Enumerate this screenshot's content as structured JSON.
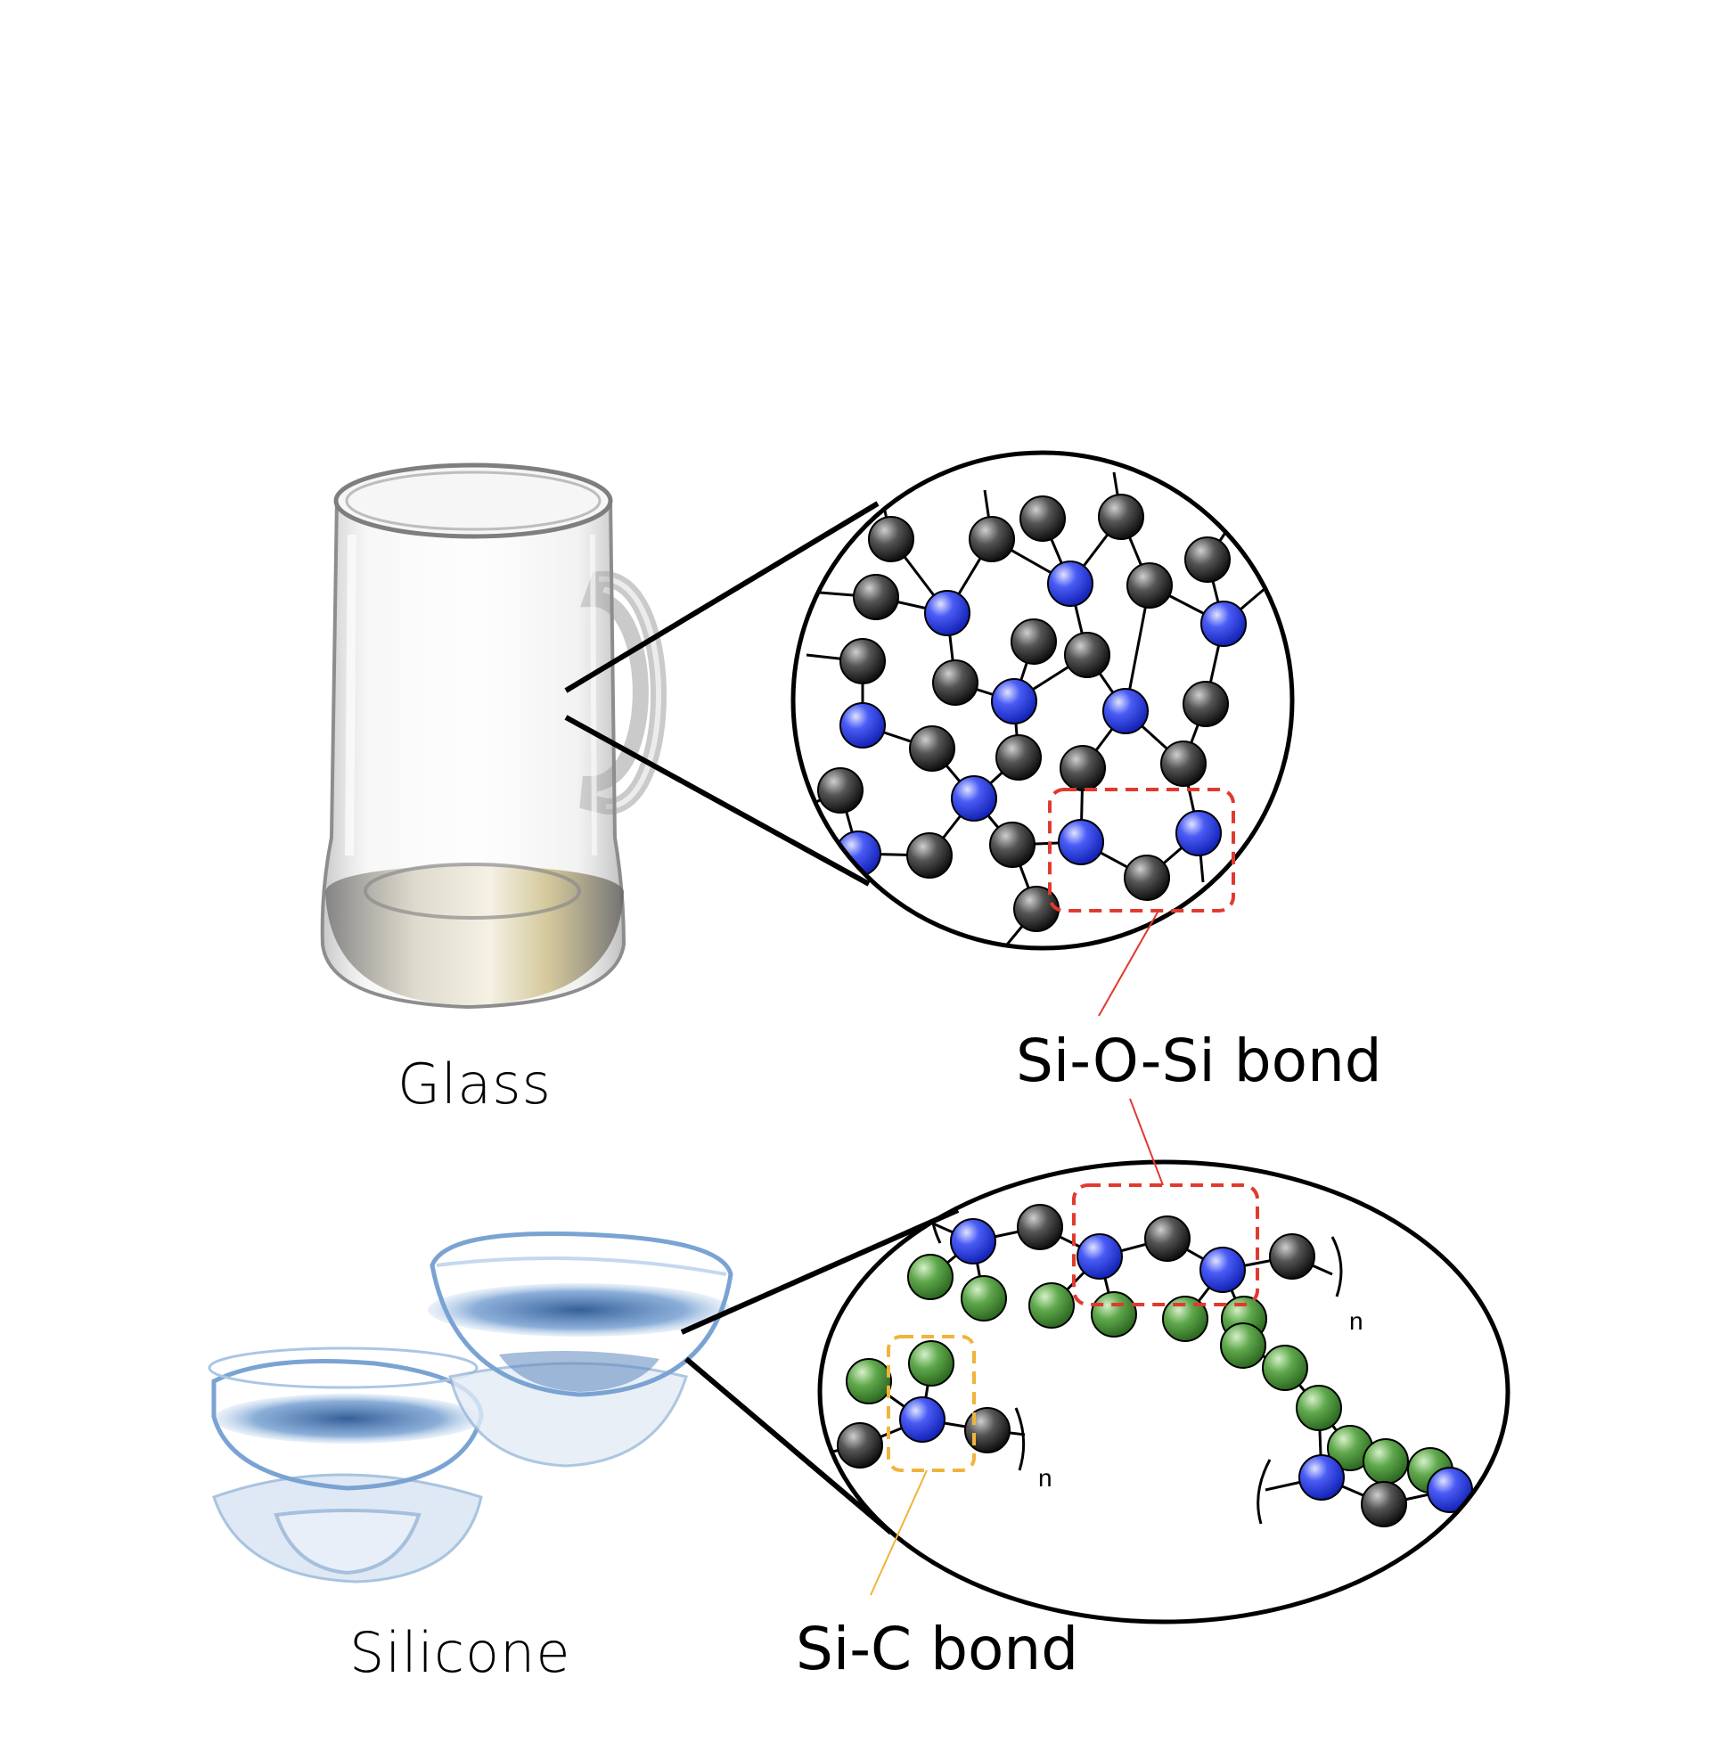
{
  "labels": {
    "glass": "Glass",
    "silicone": "Silicone",
    "siosi_bond": "Si-O-Si bond",
    "sic_bond": "Si-C bond"
  },
  "subscripts": {
    "n": "n"
  },
  "colors": {
    "oxygen_atom": "#3a3a3a",
    "silicon_atom": "#2f3fe8",
    "carbon_atom": "#4f9a3e",
    "siosi_highlight": "#e03a2f",
    "sic_highlight": "#f0b43a",
    "lens_blue": "#4f7fb8"
  }
}
